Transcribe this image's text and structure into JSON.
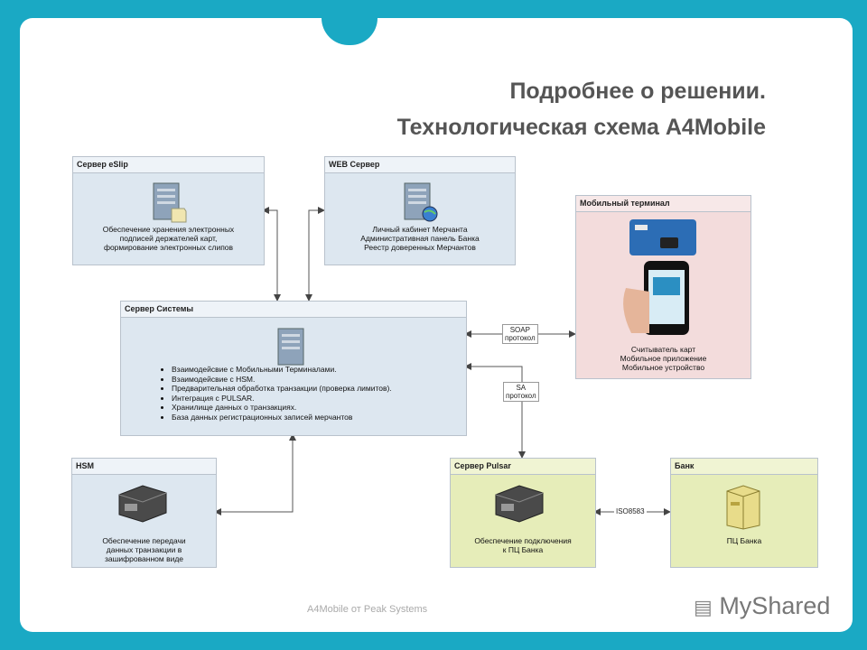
{
  "title": {
    "line1": "Подробнее о решении.",
    "line2": "Технологическая схема А4Mobile"
  },
  "nodes": {
    "eslip": {
      "header": "Сервер eSlip",
      "desc": [
        "Обеспечение хранения электронных",
        "подписей держателей карт,",
        "формирование электронных слипов"
      ]
    },
    "web": {
      "header": "WEB Сервер",
      "desc": [
        "Личный кабинет Мерчанта",
        "Административная панель Банка",
        "Реестр доверенных Мерчантов"
      ]
    },
    "mobile": {
      "header": "Мобильный терминал",
      "desc": [
        "Считыватель карт",
        "Мобильное приложение",
        "Мобильное устройство"
      ]
    },
    "system": {
      "header": "Сервер Системы",
      "features": [
        "Взаимодейсвие с Мобильными Терминалами.",
        "Взаимодейсвие с HSM.",
        "Предварительная обработка транзакции (проверка лимитов).",
        "Интеграция с PULSAR.",
        "Хранилище данных о транзакциях.",
        "База данных регистрационных записей мерчантов"
      ]
    },
    "hsm": {
      "header": "HSM",
      "desc": [
        "Обеспечение передачи",
        "данных транзакции в",
        "зашифрованном виде"
      ]
    },
    "pulsar": {
      "header": "Сервер Pulsar",
      "desc": [
        "Обеспечение подключения",
        "к ПЦ Банка"
      ]
    },
    "bank": {
      "header": "Банк",
      "desc": [
        "ПЦ Банка"
      ]
    }
  },
  "protocols": {
    "soap": [
      "SOAP",
      "протокол"
    ],
    "sa": [
      "SA",
      "протокол"
    ],
    "iso": "ISO8583"
  },
  "footer": "A4Mobile от Peak Systems",
  "logo": "MyShared",
  "colors": {
    "background": "#1aa9c4",
    "blue_box": "#dde7f0",
    "pink_box": "#f3dcdc",
    "green_box": "#e6edb9"
  }
}
